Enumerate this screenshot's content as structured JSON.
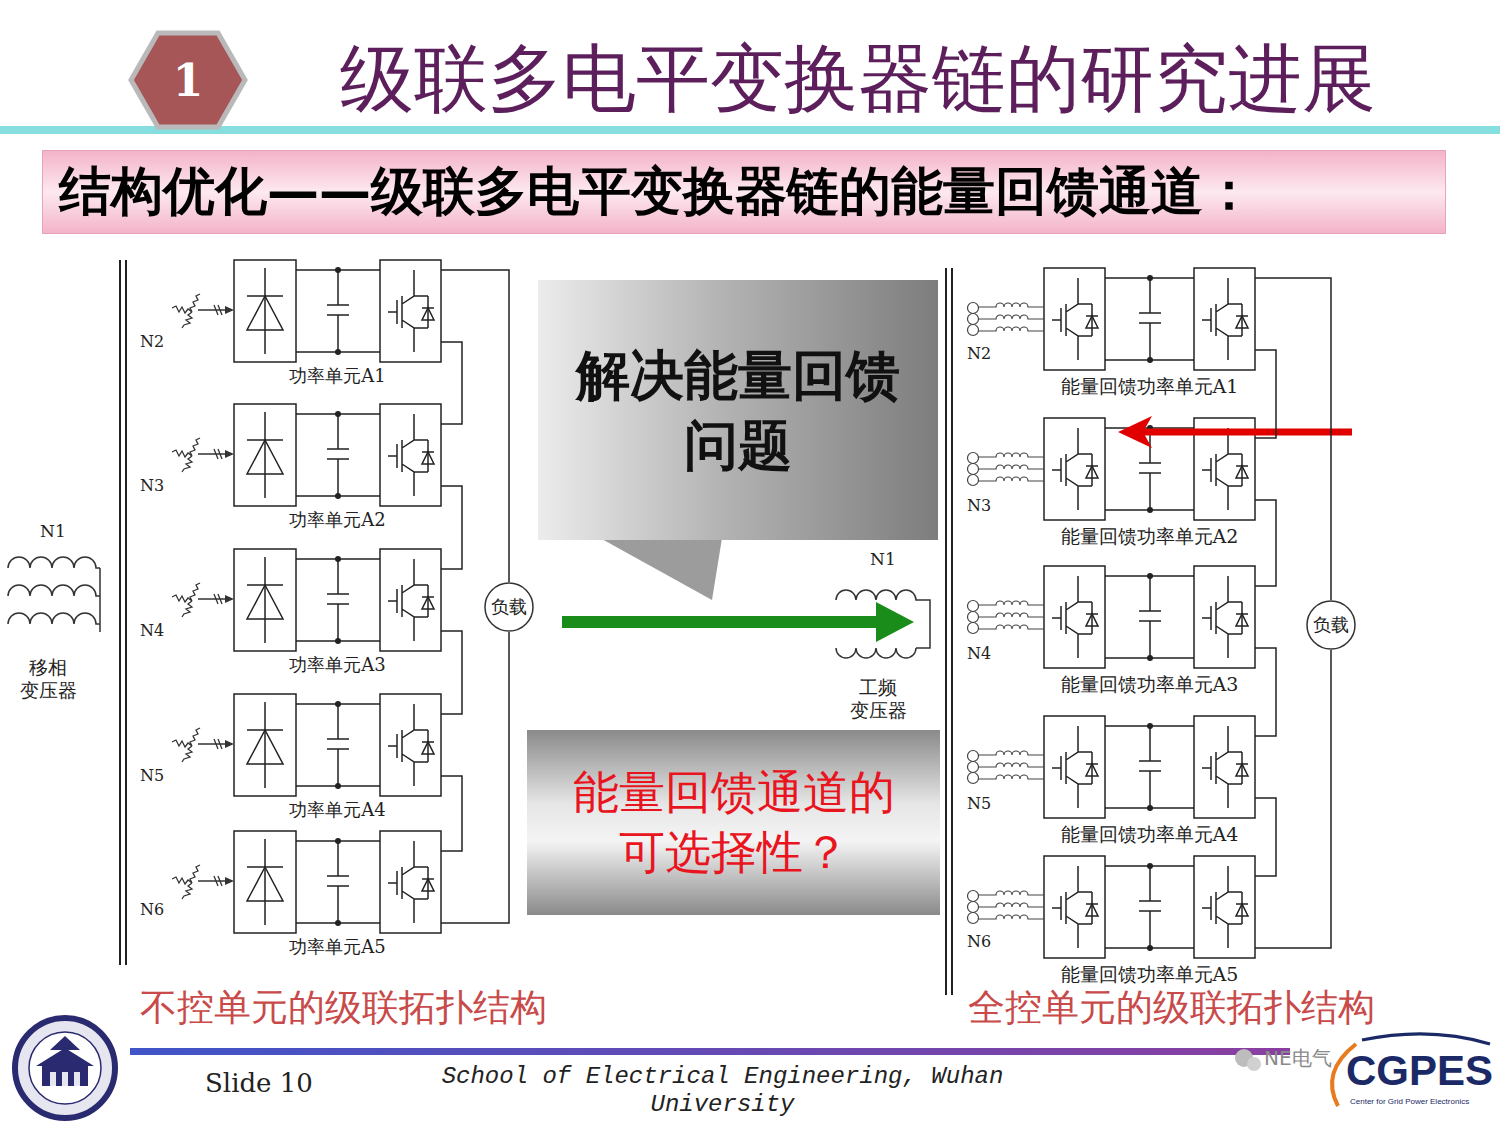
{
  "diagram": {
    "title": "级联多电平变换器链的研究进展",
    "nodes": [
      {
        "text": [
          "1"
        ]
      },
      {
        "text": [
          "结构优化——级联多电平变换器链的能量回馈通道："
        ]
      },
      {
        "text": [
          "功率单元A1"
        ]
      },
      {
        "text": [
          "功率单元A2"
        ]
      },
      {
        "text": [
          "功率单元A3"
        ]
      },
      {
        "text": [
          "功率单元A4"
        ]
      },
      {
        "text": [
          "功率单元A5"
        ]
      },
      {
        "text": [
          "负载"
        ]
      },
      {
        "text": [
          "解决能量回馈 问题"
        ]
      },
      {
        "text": [
          "能量回馈通道的 可选择性？"
        ]
      },
      {
        "text": [
          "能量回馈功率单元A1"
        ]
      },
      {
        "text": [
          "能量回馈功率单元A2"
        ]
      },
      {
        "text": [
          "能量回馈功率单元A3"
        ]
      },
      {
        "text": [
          "能量回馈功率单元A4"
        ]
      },
      {
        "text": [
          "能量回馈功率单元A5"
        ]
      },
      {
        "text": [
          "负载"
        ]
      }
    ],
    "edges": [
      {
        "from": 2,
        "to": 3,
        "arrow": "none"
      },
      {
        "from": 3,
        "to": 4,
        "arrow": "none"
      },
      {
        "from": 4,
        "to": 5,
        "arrow": "none"
      },
      {
        "from": 5,
        "to": 6,
        "arrow": "none"
      },
      {
        "from": 2,
        "to": 7,
        "arrow": "none"
      },
      {
        "from": 6,
        "to": 7,
        "arrow": "none"
      },
      {
        "from": 10,
        "to": 11,
        "arrow": "none"
      },
      {
        "from": 11,
        "to": 12,
        "arrow": "none"
      },
      {
        "from": 12,
        "to": 13,
        "arrow": "none"
      },
      {
        "from": 13,
        "to": 14,
        "arrow": "none"
      },
      {
        "from": 10,
        "to": 15,
        "arrow": "none"
      },
      {
        "from": 14,
        "to": 15,
        "arrow": "none"
      }
    ],
    "labels": [
      "N1",
      "移相 变压器",
      "N2",
      "N3",
      "N4",
      "N5",
      "N6",
      "N1",
      "工频 变压器",
      "N2",
      "N3",
      "N4",
      "N5",
      "N6",
      "不控单元的级联拓扑结构",
      "全控单元的级联拓扑结构",
      "Slide 10",
      "School of Electrical Engineering, Wuhan University",
      "NE电气",
      "CGPES",
      "Center for Grid Power Electronics"
    ]
  }
}
